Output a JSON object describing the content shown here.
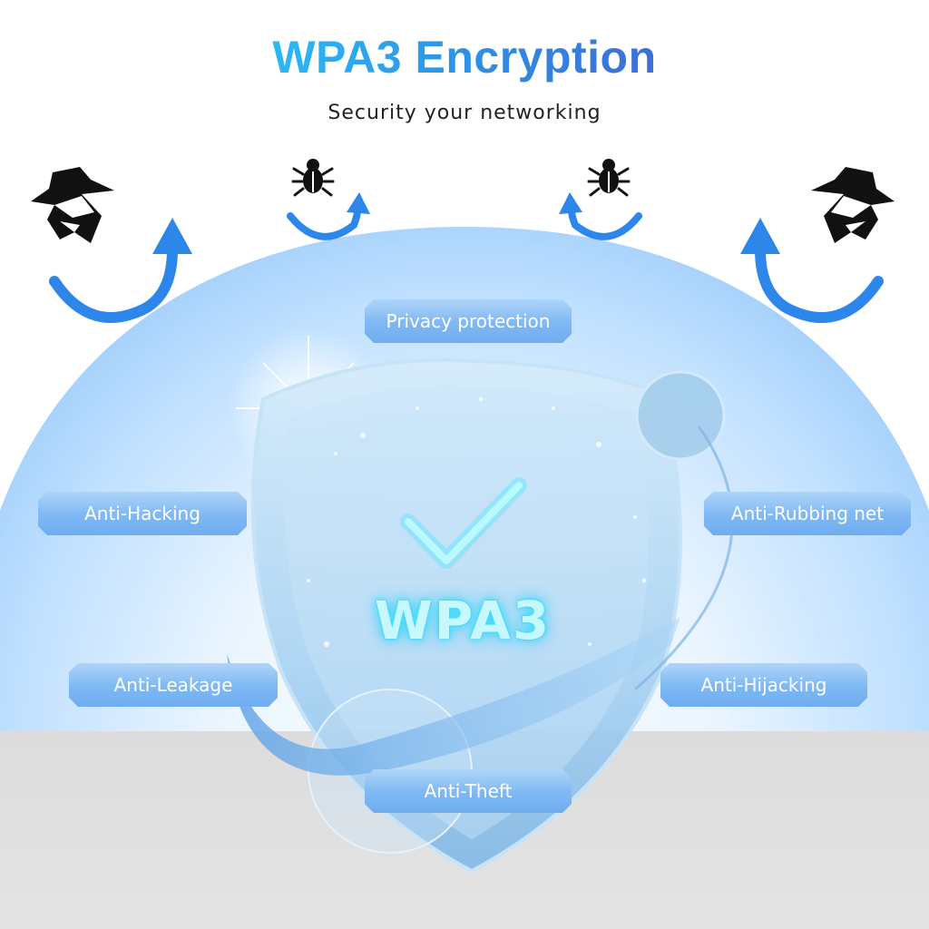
{
  "header": {
    "title": "WPA3 Encryption",
    "subtitle": "Security your networking"
  },
  "shield": {
    "label": "WPA3",
    "icon": "checkmark-icon"
  },
  "features": {
    "privacy": "Privacy protection",
    "anti_hacking": "Anti-Hacking",
    "anti_rubbing": "Anti-Rubbing net",
    "anti_leakage": "Anti-Leakage",
    "anti_hijacking": "Anti-Hijacking",
    "anti_theft": "Anti-Theft"
  },
  "threats": [
    "hacker-icon",
    "bug-icon",
    "bug-icon",
    "hacker-icon"
  ],
  "colors": {
    "title_start": "#2bb8f5",
    "title_end": "#3d6fd8",
    "pill": "#7db7f3",
    "arrow": "#2d86ea",
    "glow": "#3ee6ff"
  }
}
